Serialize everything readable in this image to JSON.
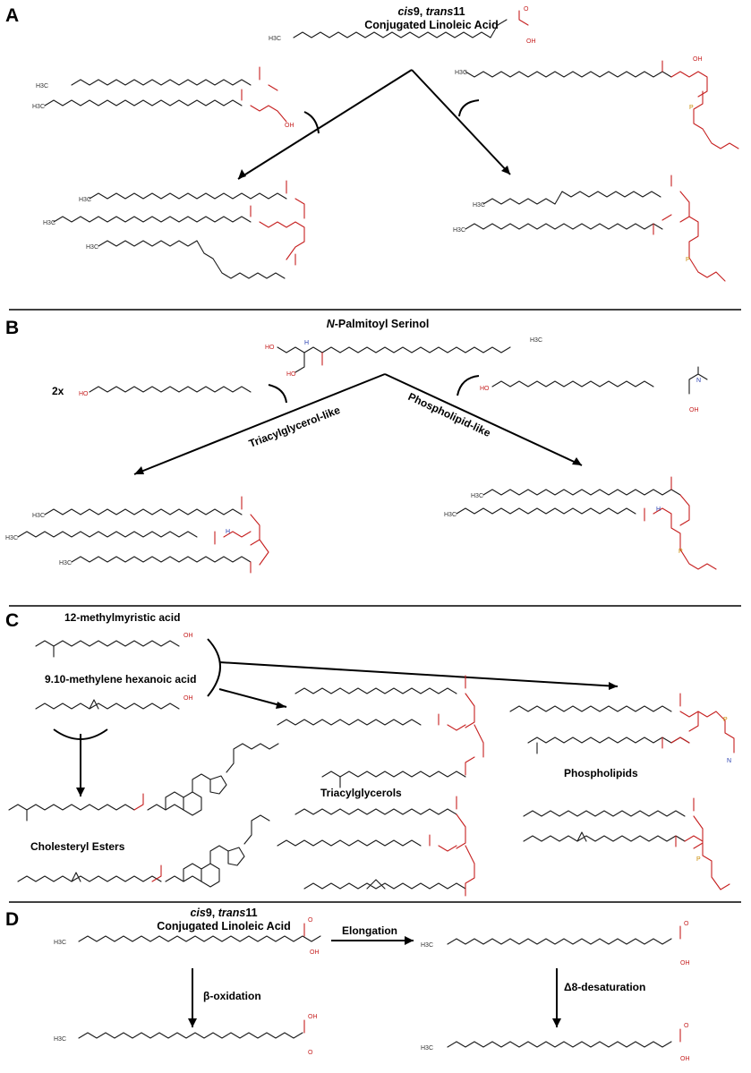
{
  "panels": {
    "a": {
      "letter": "A",
      "title_prefix": "cis",
      "title_mid": "9, ",
      "title_trans": "trans",
      "title_suffix": "11",
      "title_line2": "Conjugated Linoleic Acid"
    },
    "b": {
      "letter": "B",
      "title_prefix": "N",
      "title_rest": "-Palmitoyl Serinol",
      "count_label": "2x",
      "left_route": "Triacylglycerol-like",
      "right_route": "Phospholipid-like"
    },
    "c": {
      "letter": "C",
      "substrate1": "12-methylmyristic acid",
      "substrate2": "9.10-methylene hexanoic acid",
      "product_left": "Cholesteryl Esters",
      "product_mid": "Triacylglycerols",
      "product_right": "Phospholipids"
    },
    "d": {
      "letter": "D",
      "title_prefix": "cis",
      "title_mid": "9, ",
      "title_trans": "trans",
      "title_suffix": "11",
      "title_line2": "Conjugated Linoleic Acid",
      "step_elongation": "Elongation",
      "step_beta": "β-oxidation",
      "step_desat": "Δ8-desaturation"
    }
  },
  "atoms": {
    "ch3": "H3C",
    "oh": "OH",
    "ho": "HO",
    "o": "O",
    "nh": "H",
    "n": "N",
    "p": "P"
  }
}
